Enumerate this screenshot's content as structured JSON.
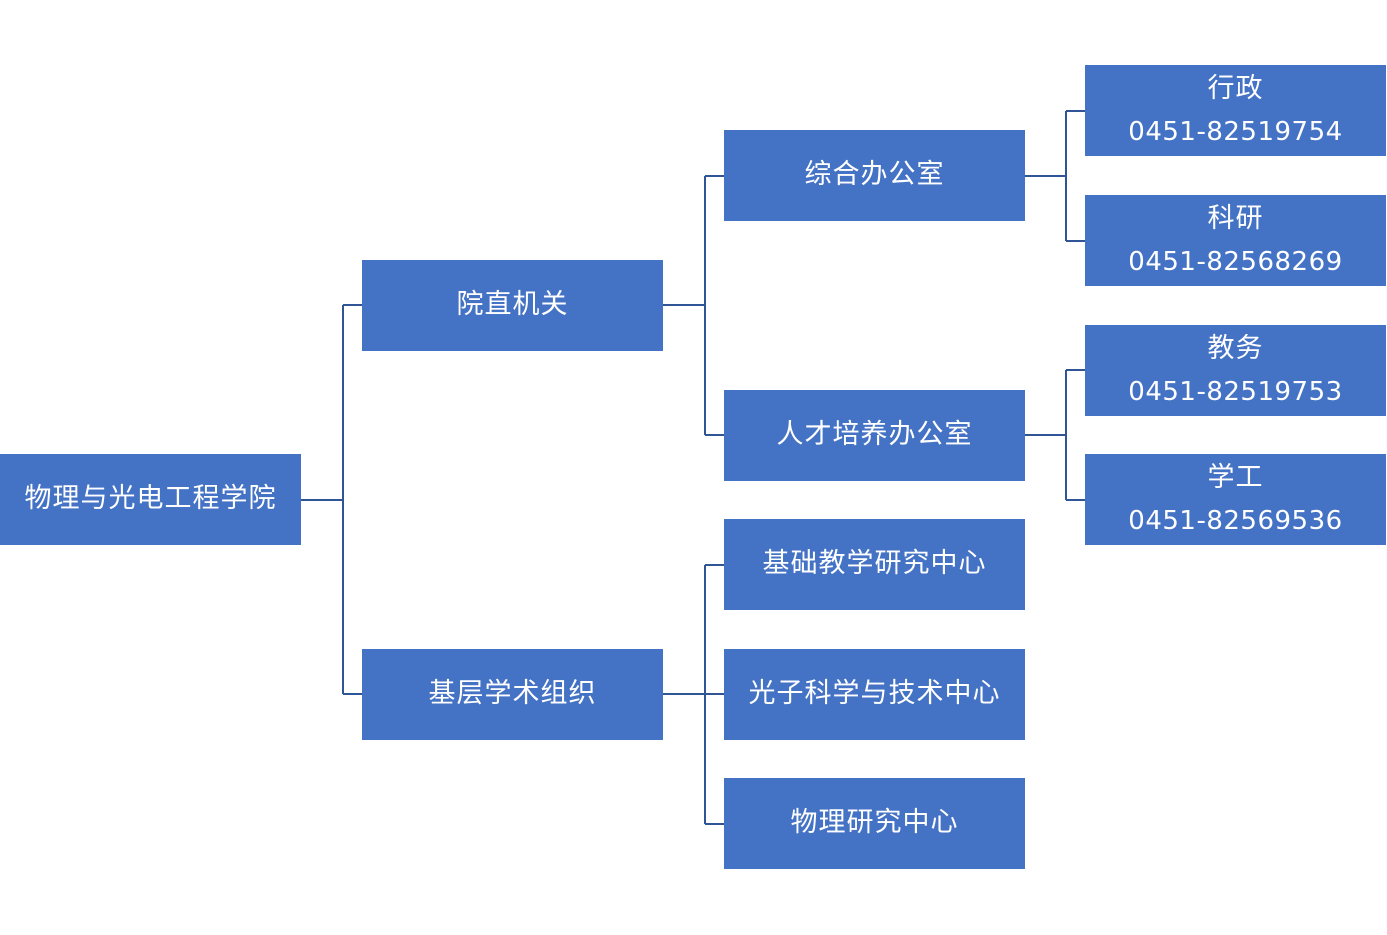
{
  "root": {
    "label": "物理与光电工程学院"
  },
  "branches": [
    {
      "label": "院直机关",
      "children": [
        {
          "label": "综合办公室",
          "contacts": [
            {
              "label": "行政",
              "phone": "0451-82519754"
            },
            {
              "label": "科研",
              "phone": "0451-82568269"
            }
          ]
        },
        {
          "label": "人才培养办公室",
          "contacts": [
            {
              "label": "教务",
              "phone": "0451-82519753"
            },
            {
              "label": "学工",
              "phone": "0451-82569536"
            }
          ]
        }
      ]
    },
    {
      "label": "基层学术组织",
      "children": [
        {
          "label": "基础教学研究中心"
        },
        {
          "label": "光子科学与技术中心"
        },
        {
          "label": "物理研究中心"
        }
      ]
    }
  ],
  "colors": {
    "box": "#4472c4",
    "connector": "#2f5597",
    "text": "#ffffff"
  }
}
